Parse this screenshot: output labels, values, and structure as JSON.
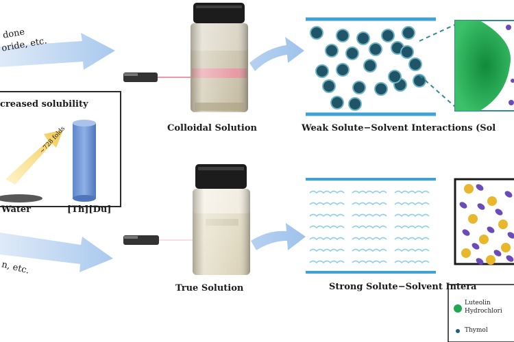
{
  "colors": {
    "line_blue": "#3fa2d6",
    "particle": "#1f5566",
    "particle_ring": "#6fb3c6",
    "wave": "#8fd0e8",
    "green": "#22a850",
    "gold": "#e8b72a",
    "purple": "#6a4bb8",
    "cylinder": "#6f95d6",
    "arrow": "#b8d4f0"
  },
  "left": {
    "top_arrow_line1": "done",
    "top_arrow_line2": "oride, etc.",
    "box_title": "creased solubility",
    "curve_label": "~728 folds",
    "water_label": "Water",
    "cylinder_label": "[Th][Du]",
    "bottom_arrow_label": "n, etc."
  },
  "colloidal": {
    "vial_label": "Colloidal Solution",
    "interaction_label": "Weak Solute−Solvent Interactions (Sol"
  },
  "true_solution": {
    "vial_label": "True Solution",
    "interaction_label": "Strong Solute−Solvent Intera"
  },
  "legend": {
    "item1_line1": "Luteolin",
    "item1_line2": "Hydrochlori",
    "item2": "Thymol"
  }
}
